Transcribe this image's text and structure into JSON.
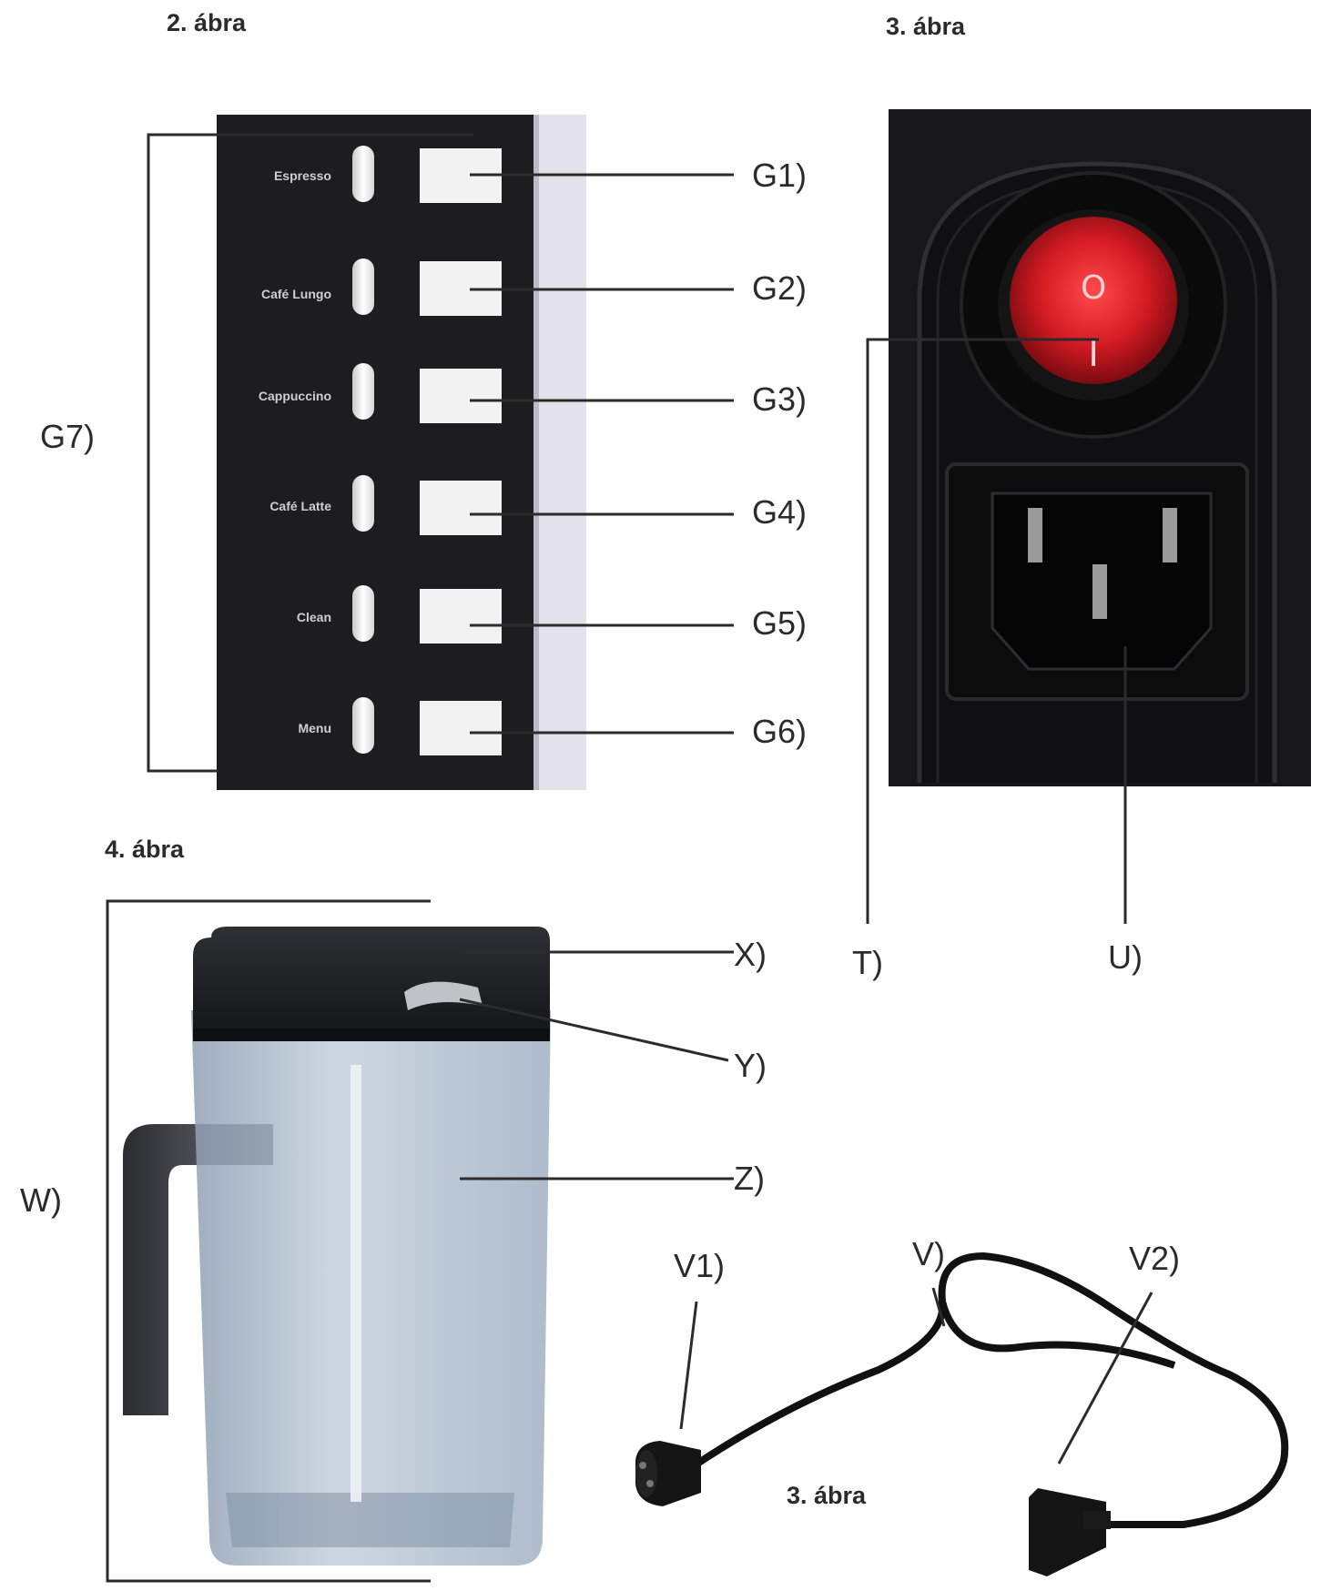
{
  "figures": {
    "fig2": {
      "title": "2. ábra",
      "panel_buttons": [
        "Espresso",
        "Café Lungo",
        "Cappuccino",
        "Café Latte",
        "Clean",
        "Menu"
      ],
      "callouts": [
        "G1)",
        "G2)",
        "G3)",
        "G4)",
        "G5)",
        "G6)"
      ],
      "bracket_callout": "G7)"
    },
    "fig3_socket": {
      "title": "3. ábra",
      "callouts": {
        "switch": "T)",
        "socket": "U)"
      },
      "switch_marks": {
        "off": "O",
        "on": "I"
      }
    },
    "fig4_jug": {
      "title": "4. ábra",
      "callouts": {
        "lid": "X)",
        "tube": "Y)",
        "container": "Z)",
        "whole": "W)"
      }
    },
    "fig3_cable": {
      "title": "3. ábra",
      "callouts": {
        "cable": "V)",
        "plug": "V1)",
        "connector": "V2)"
      }
    }
  },
  "colors": {
    "panel": "#1d1d1f",
    "switch_red": "#d11a22",
    "socket_body": "#111111",
    "jug_lid": "#1f2124",
    "jug_body": "#a9b8c8"
  }
}
